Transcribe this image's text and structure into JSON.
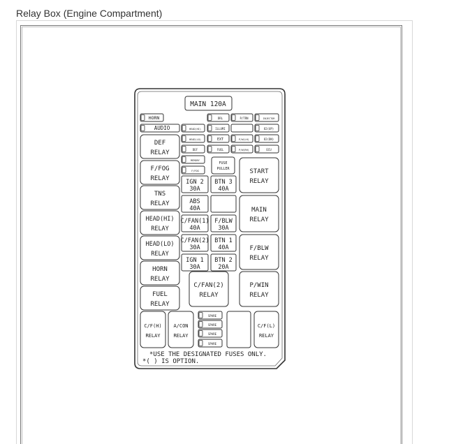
{
  "page": {
    "title": "Relay Box (Engine Compartment)"
  },
  "diagram": {
    "main_fuse": "MAIN 120A",
    "labels": {
      "horn": "HORN",
      "audio": "AUDIO",
      "drl": "DRL",
      "ptrn": "P/TRN",
      "injector": "INJECTOR",
      "headhi": "HEAD(HI)",
      "illumi": "ILLUMI",
      "o2up": "O2(UP)",
      "headlo": "HEAD(LO)",
      "ext": "EXT",
      "pwlh": "P/W(LH)",
      "o2dn": "O2(DN)",
      "def": "DEF",
      "fuel": "FUEL",
      "pwrh": "P/W(RH)",
      "ecu": "ECU",
      "memory": "MEMORY",
      "ffog": "F/FOG",
      "fuse_puller_1": "FUSE",
      "fuse_puller_2": "PULLER",
      "def_relay_1": "DEF",
      "def_relay_2": "RELAY",
      "ffog_relay_1": "F/FOG",
      "ffog_relay_2": "RELAY",
      "start_relay_1": "START",
      "start_relay_2": "RELAY",
      "ign2": "IGN 2",
      "ign2_amp": "30A",
      "btn3": "BTN 3",
      "btn3_amp": "40A",
      "tns_relay_1": "TNS",
      "tns_relay_2": "RELAY",
      "abs": "ABS",
      "abs_amp": "40A",
      "main_relay_1": "MAIN",
      "main_relay_2": "RELAY",
      "headhi_relay_1": "HEAD(HI)",
      "headhi_relay_2": "RELAY",
      "cfan1": "C/FAN(1)",
      "cfan1_amp": "40A",
      "fblw": "F/BLW",
      "fblw_amp": "30A",
      "headlo_relay_1": "HEAD(LO)",
      "headlo_relay_2": "RELAY",
      "cfan2": "C/FAN(2)",
      "cfan2_amp": "30A",
      "btn1": "BTN 1",
      "btn1_amp": "40A",
      "fblw_relay_1": "F/BLW",
      "fblw_relay_2": "RELAY",
      "ign1": "IGN 1",
      "ign1_amp": "30A",
      "btn2": "BTN 2",
      "btn2_amp": "20A",
      "horn_relay_1": "HORN",
      "horn_relay_2": "RELAY",
      "fuel_relay_1": "FUEL",
      "fuel_relay_2": "RELAY",
      "cfan2_relay_1": "C/FAN(2)",
      "cfan2_relay_2": "RELAY",
      "pwin_relay_1": "P/WIN",
      "pwin_relay_2": "RELAY",
      "cfh_relay_1": "C/F(H)",
      "cfh_relay_2": "RELAY",
      "acon_relay_1": "A/CON",
      "acon_relay_2": "RELAY",
      "spare": "SPARE",
      "cfl_relay_1": "C/F(L)",
      "cfl_relay_2": "RELAY"
    },
    "notes": [
      "*USE THE DESIGNATED FUSES ONLY.",
      "*( ) IS OPTION."
    ]
  }
}
